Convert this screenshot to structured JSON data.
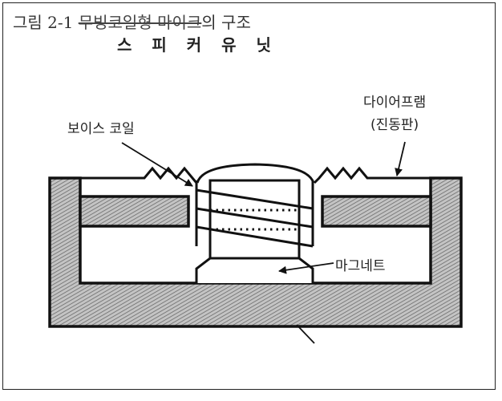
{
  "figure": {
    "number": "그림 2-1",
    "title_struck": "무빙코일형 마이크",
    "title_suffix": "의 구조",
    "subtitle": "스 피 커 유 닛"
  },
  "labels": {
    "voice_coil": "보이스 코일",
    "diaphragm_line1": "다이어프램",
    "diaphragm_line2": "(진동판)",
    "magnet": "마그네트"
  },
  "colors": {
    "line": "#111111",
    "hatch": "#9a9a9a",
    "background": "#ffffff"
  }
}
